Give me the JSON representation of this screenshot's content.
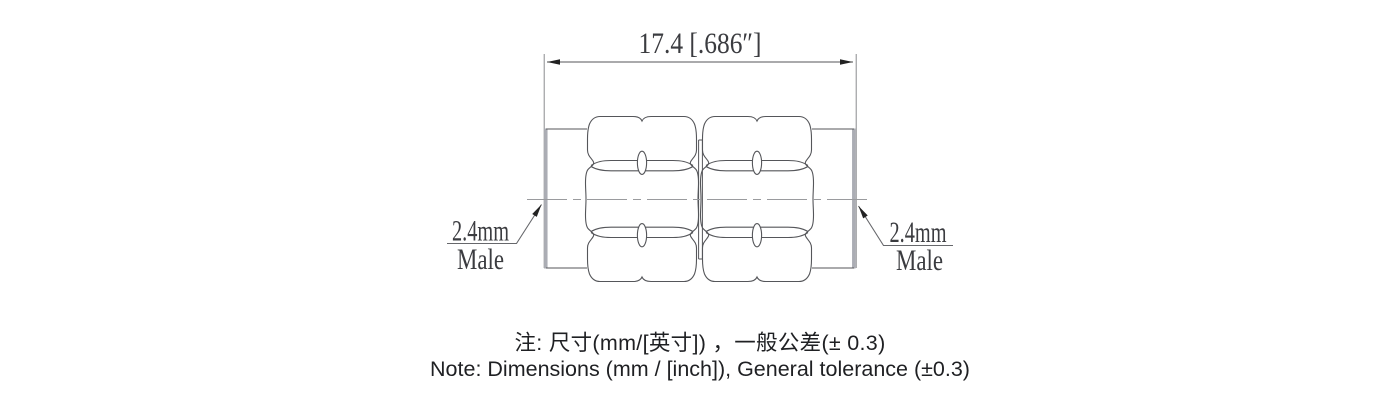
{
  "dimension": {
    "label": "17.4 [.686″]"
  },
  "left_connector": {
    "size": "2.4mm",
    "gender": "Male"
  },
  "right_connector": {
    "size": "2.4mm",
    "gender": "Male"
  },
  "notes": {
    "zh": "注: 尺寸(mm/[英寸]) ，一般公差(± 0.3)",
    "en": "Note: Dimensions (mm / [inch]), General tolerance (±0.3)"
  },
  "colors": {
    "background": "#ffffff",
    "line": "#55565a",
    "centerline": "#9a9b9e",
    "thick_edge": "#abadb4",
    "arrow": "#222222",
    "cad_text": "#3b3c40",
    "note_text": "#1f2023"
  }
}
